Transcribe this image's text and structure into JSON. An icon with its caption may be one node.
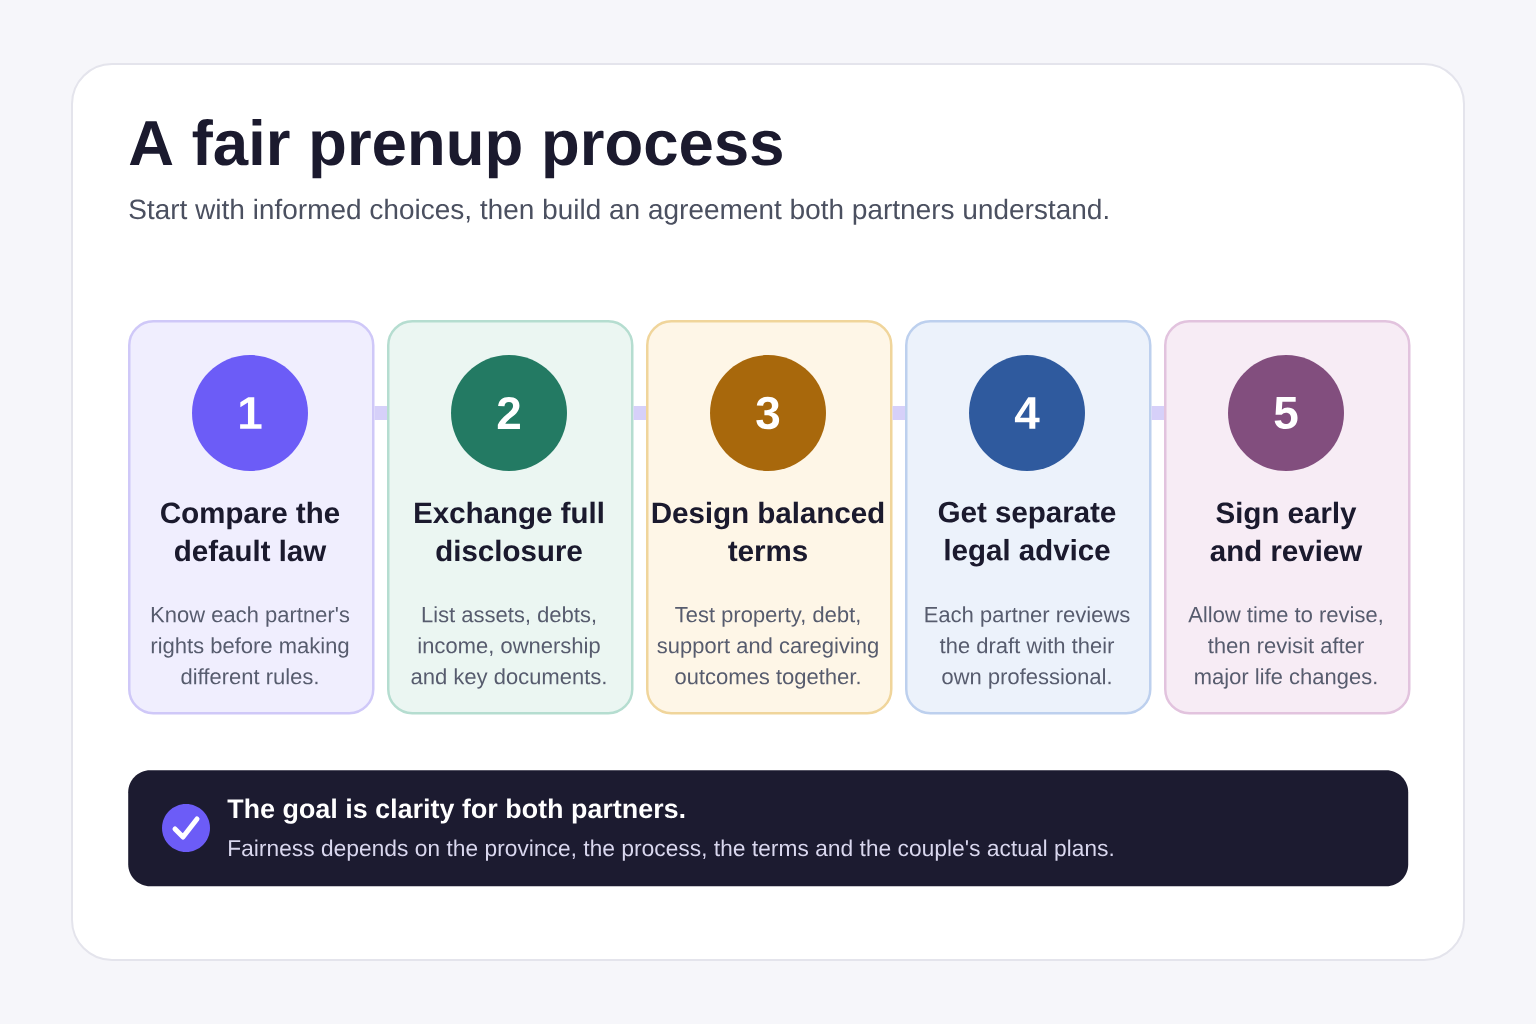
{
  "diagram": {
    "title": "A fair prenup process",
    "nodes": [
      {
        "text": [
          "Compare the default law",
          "Know each partner's rights before making different rules."
        ]
      },
      {
        "text": [
          "1"
        ],
        "in": 0
      },
      {
        "text": [
          "Exchange full disclosure",
          "List assets, debts, income, ownership and key documents."
        ]
      },
      {
        "text": [
          "2"
        ],
        "in": 2
      },
      {
        "text": [
          "Design balanced terms",
          "Test property, debt, support and caregiving outcomes together."
        ]
      },
      {
        "text": [
          "3"
        ],
        "in": 4
      },
      {
        "text": [
          "Get separate legal advice",
          "Each partner reviews the draft with their own professional."
        ]
      },
      {
        "text": [
          "4"
        ],
        "in": 6
      },
      {
        "text": [
          "Sign early and review",
          "Allow time to revise, then revisit after major life changes."
        ]
      },
      {
        "text": [
          "5"
        ],
        "in": 8
      },
      {
        "text": [
          "The goal is clarity for both partners.",
          "Fairness depends on the province, the process, the terms and the couple's actual plans."
        ]
      }
    ],
    "edges": [
      {
        "from": 0,
        "to": 2,
        "arrow": "none"
      },
      {
        "from": 2,
        "to": 4,
        "arrow": "none"
      },
      {
        "from": 4,
        "to": 6,
        "arrow": "none"
      },
      {
        "from": 6,
        "to": 8,
        "arrow": "none"
      }
    ],
    "labels": [
      "Start with informed choices, then build an agreement both partners understand."
    ]
  }
}
